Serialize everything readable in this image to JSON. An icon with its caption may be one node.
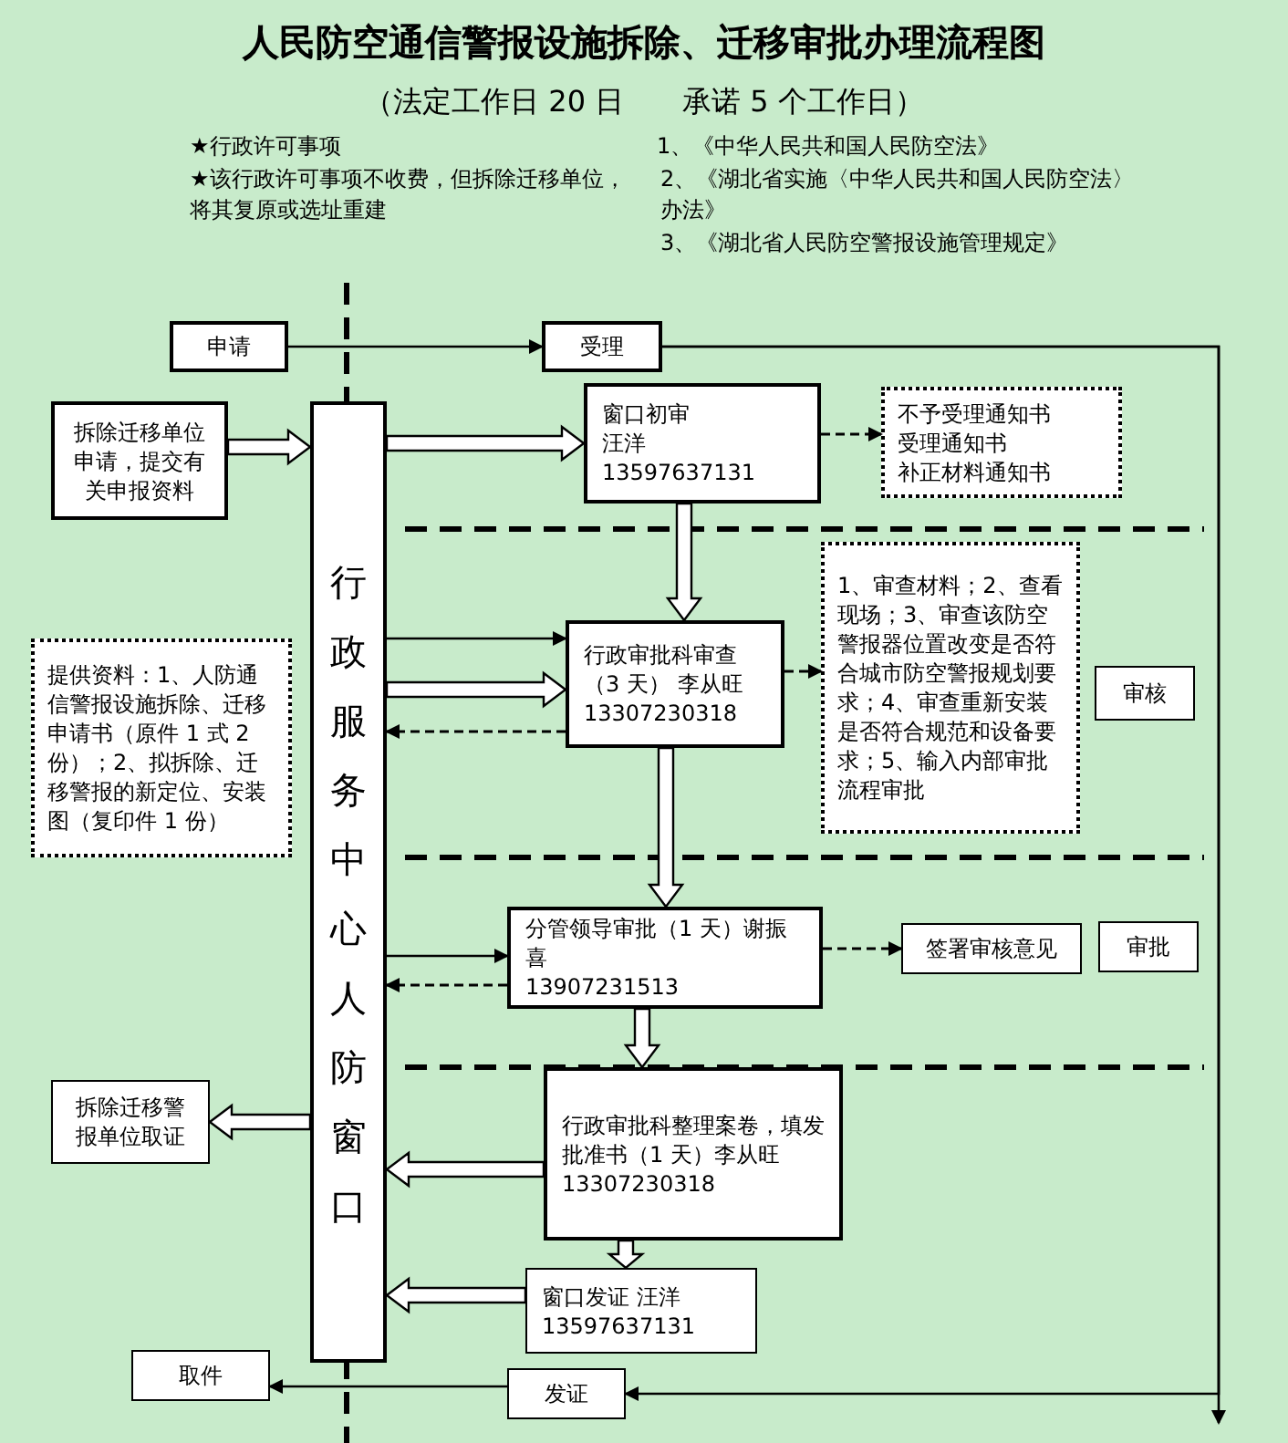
{
  "diagram": {
    "title": "人民防空通信警报设施拆除、迁移审批办理流程图",
    "nodes": [
      {
        "text": [
          "申请"
        ]
      },
      {
        "text": [
          "受理"
        ]
      },
      {
        "text": [
          "拆除迁移单位申请，提交有关申报资料"
        ]
      },
      {
        "text": [
          "行政服务中心人防窗口"
        ]
      },
      {
        "text": [
          "窗口初审",
          "汪洋",
          "13597637131"
        ]
      },
      {
        "text": [
          "不予受理通知书",
          "受理通知书",
          "补正材料通知书"
        ]
      },
      {
        "text": [
          "行政审批科审查（3 天） 李从旺",
          "13307230318"
        ]
      },
      {
        "text": [
          "1、审查材料；2、查看现场；3、审查该防空警报器位置改变是否符合城市防空警报规划要求；4、审查重新安装是否符合规范和设备要求；5、输入内部审批流程审批"
        ]
      },
      {
        "text": [
          "审核"
        ]
      },
      {
        "text": [
          "提供资料：1、人防通信警报设施拆除、迁移申请书（原件 1 式 2 份）；2、拟拆除、迁移警报的新定位、安装图（复印件 1 份）"
        ]
      },
      {
        "text": [
          "分管领导审批（1 天）谢振喜",
          "13907231513"
        ]
      },
      {
        "text": [
          "签署审核意见"
        ]
      },
      {
        "text": [
          "审批"
        ]
      },
      {
        "text": [
          "行政审批科整理案卷，填发批准书（1 天）李从旺",
          "13307230318"
        ]
      },
      {
        "text": [
          "拆除迁移警报单位取证"
        ]
      },
      {
        "text": [
          "窗口发证 汪洋",
          "13597637131"
        ]
      },
      {
        "text": [
          "取件"
        ]
      },
      {
        "text": [
          "发证"
        ]
      }
    ],
    "edges": [
      {
        "from": 0,
        "to": 1,
        "arrow": "to"
      },
      {
        "from": 1,
        "to": null,
        "arrow": "to"
      },
      {
        "from": 1,
        "to": 17,
        "arrow": "to"
      },
      {
        "from": 17,
        "to": 16,
        "arrow": "to"
      },
      {
        "from": 2,
        "to": 3,
        "arrow": "to",
        "style": "thick"
      },
      {
        "from": 3,
        "to": 4,
        "arrow": "to",
        "style": "thick"
      },
      {
        "from": 4,
        "to": 5,
        "arrow": "to",
        "style": "dashed"
      },
      {
        "from": 4,
        "to": 6,
        "arrow": "to",
        "style": "thick"
      },
      {
        "from": 3,
        "to": 6,
        "arrow": "to"
      },
      {
        "from": 3,
        "to": 6,
        "arrow": "to",
        "style": "thick"
      },
      {
        "from": 6,
        "to": 3,
        "arrow": "to",
        "style": "dashed"
      },
      {
        "from": 6,
        "to": 7,
        "arrow": "to",
        "style": "dashed"
      },
      {
        "from": 6,
        "to": 10,
        "arrow": "to",
        "style": "thick"
      },
      {
        "from": 3,
        "to": 10,
        "arrow": "to"
      },
      {
        "from": 10,
        "to": 3,
        "arrow": "to",
        "style": "dashed"
      },
      {
        "from": 10,
        "to": 11,
        "arrow": "to",
        "style": "dashed"
      },
      {
        "from": 10,
        "to": 13,
        "arrow": "to",
        "style": "thick"
      },
      {
        "from": 13,
        "to": 3,
        "arrow": "to",
        "style": "thick"
      },
      {
        "from": 3,
        "to": 14,
        "arrow": "to",
        "style": "thick"
      },
      {
        "from": 13,
        "to": 15,
        "arrow": "to",
        "style": "thick"
      },
      {
        "from": 15,
        "to": 3,
        "arrow": "to",
        "style": "thick"
      }
    ],
    "labels": [
      "（法定工作日 20 日　　承诺 5 个工作日）",
      "★行政许可事项",
      "★该行政许可事项不收费，但拆除迁移单位，将其复原或选址重建",
      "1、《中华人民共和国人民防空法》",
      "2、《湖北省实施〈中华人民共和国人民防空法〉办法》",
      "3、《湖北省人民防空警报设施管理规定》"
    ]
  }
}
